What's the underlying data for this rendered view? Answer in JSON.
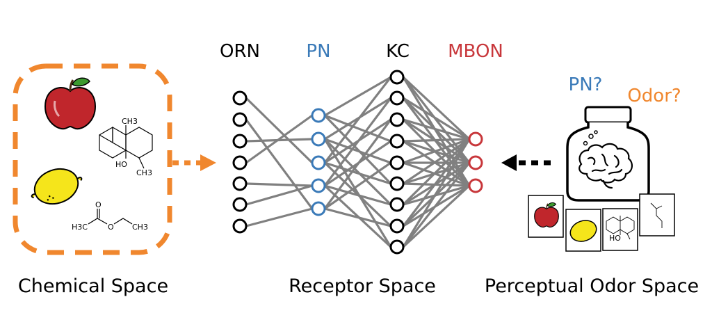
{
  "layers": [
    {
      "label": "ORN",
      "color": "#000000"
    },
    {
      "label": "PN",
      "color": "#3a7ab8"
    },
    {
      "label": "KC",
      "color": "#000000"
    },
    {
      "label": "MBON",
      "color": "#c8373b"
    }
  ],
  "jar": {
    "pn_question": "PN?",
    "odor_question": "Odor?",
    "pn_color": "#3a7ab8",
    "odor_color": "#f0872e"
  },
  "captions": {
    "chemical": "Chemical Space",
    "receptor": "Receptor Space",
    "perceptual": "Perceptual Odor Space"
  },
  "molecule_labels": {
    "decalin_methyl_top": "CH3",
    "decalin_hydroxyl": "HO",
    "decalin_methyl_bottom": "CH3",
    "ester_left": "H3C",
    "ester_oxygen": "O",
    "ester_right": "CH3"
  },
  "colors": {
    "dashed_box": "#f0872e",
    "arrow_right": "#f0872e",
    "arrow_left": "#000000",
    "edge": "#808080"
  },
  "icons": [
    "apple-icon",
    "lemon-icon",
    "decalinol-molecule-icon",
    "ethyl-acetate-molecule-icon",
    "brain-jar-icon"
  ]
}
